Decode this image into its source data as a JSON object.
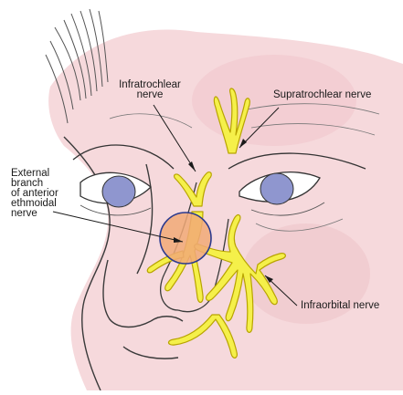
{
  "labels": {
    "infratrochlear": [
      "Infratrochlear",
      "nerve"
    ],
    "supratrochlear": "Supratrochlear nerve",
    "external_branch": [
      "External",
      "branch",
      "of anterior",
      "ethmoidal",
      "nerve"
    ],
    "infraorbital": "Infraorbital nerve"
  },
  "colors": {
    "skin": "#f6d9dc",
    "skin_shade": "#efc4c9",
    "nerve_fill": "#f5f04a",
    "nerve_outline": "#b8a400",
    "outline": "#3a3a3a",
    "iris": "#8f96cf",
    "highlight_fill": "#f1a977",
    "highlight_ring": "#2b3a8f"
  }
}
